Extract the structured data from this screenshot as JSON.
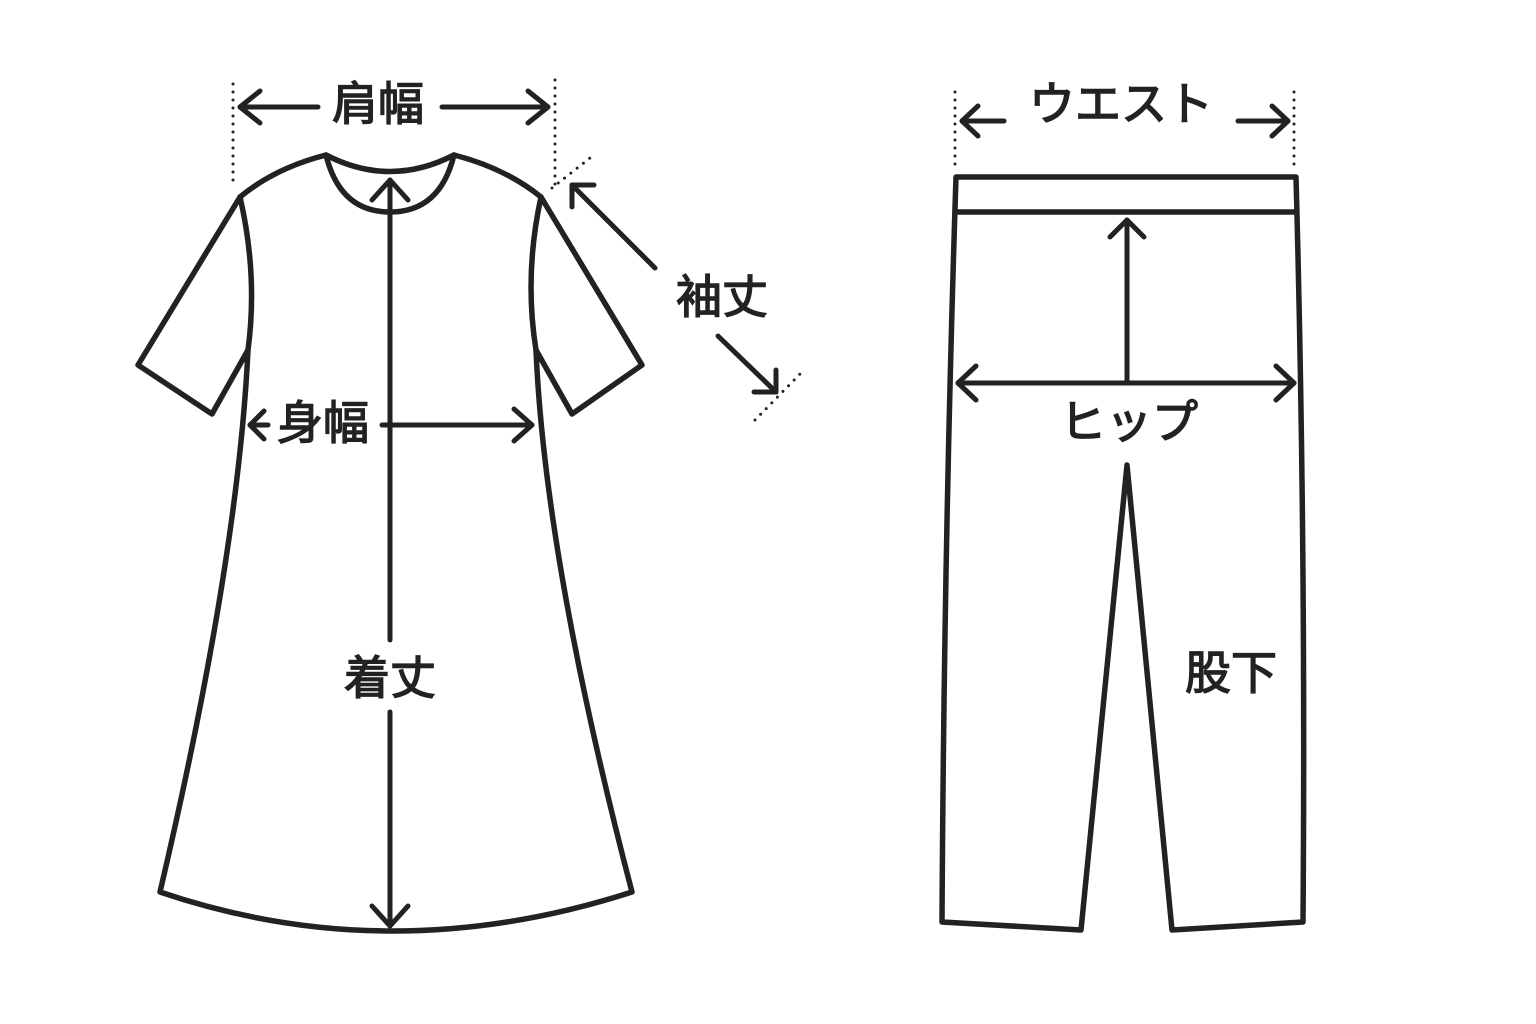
{
  "colors": {
    "line": "#222222",
    "background": "#ffffff"
  },
  "dress": {
    "labels": {
      "shoulder_width": "肩幅",
      "body_width": "身幅",
      "sleeve_length": "袖丈",
      "total_length": "着丈"
    }
  },
  "pants": {
    "labels": {
      "waist": "ウエスト",
      "hip": "ヒップ",
      "inseam": "股下"
    }
  }
}
